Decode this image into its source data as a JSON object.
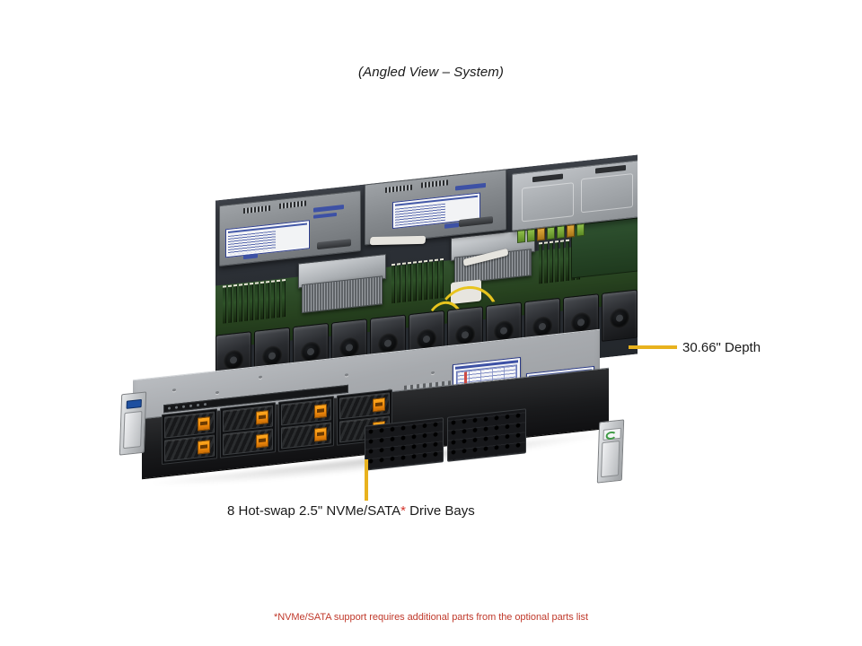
{
  "figure": {
    "title": "(Angled View – System)",
    "footnote": "*NVMe/SATA support requires additional parts from the optional parts list",
    "accent_color": "#e8b21e",
    "footnote_color": "#c0392b"
  },
  "callouts": [
    {
      "id": "depth",
      "text": "30.66\" Depth",
      "leader": "horizontal"
    },
    {
      "id": "drive-bays",
      "text_before": "8 Hot-swap 2.5\" NVMe/SATA",
      "asterisk": "*",
      "text_after": " Drive Bays",
      "leader": "vertical"
    }
  ],
  "product": {
    "form_factor": "1U Rackmount Server",
    "drive_bays": {
      "count": 8,
      "columns": 4,
      "rows": 2,
      "latch_color": "#f08a0c"
    },
    "fans": {
      "count": 10
    },
    "risers": {
      "count": 2
    },
    "vent_panels": {
      "count": 2
    },
    "stickers": {
      "count": 2
    },
    "rack_ears": {
      "left": "usb-port",
      "right": "status-badge"
    }
  }
}
